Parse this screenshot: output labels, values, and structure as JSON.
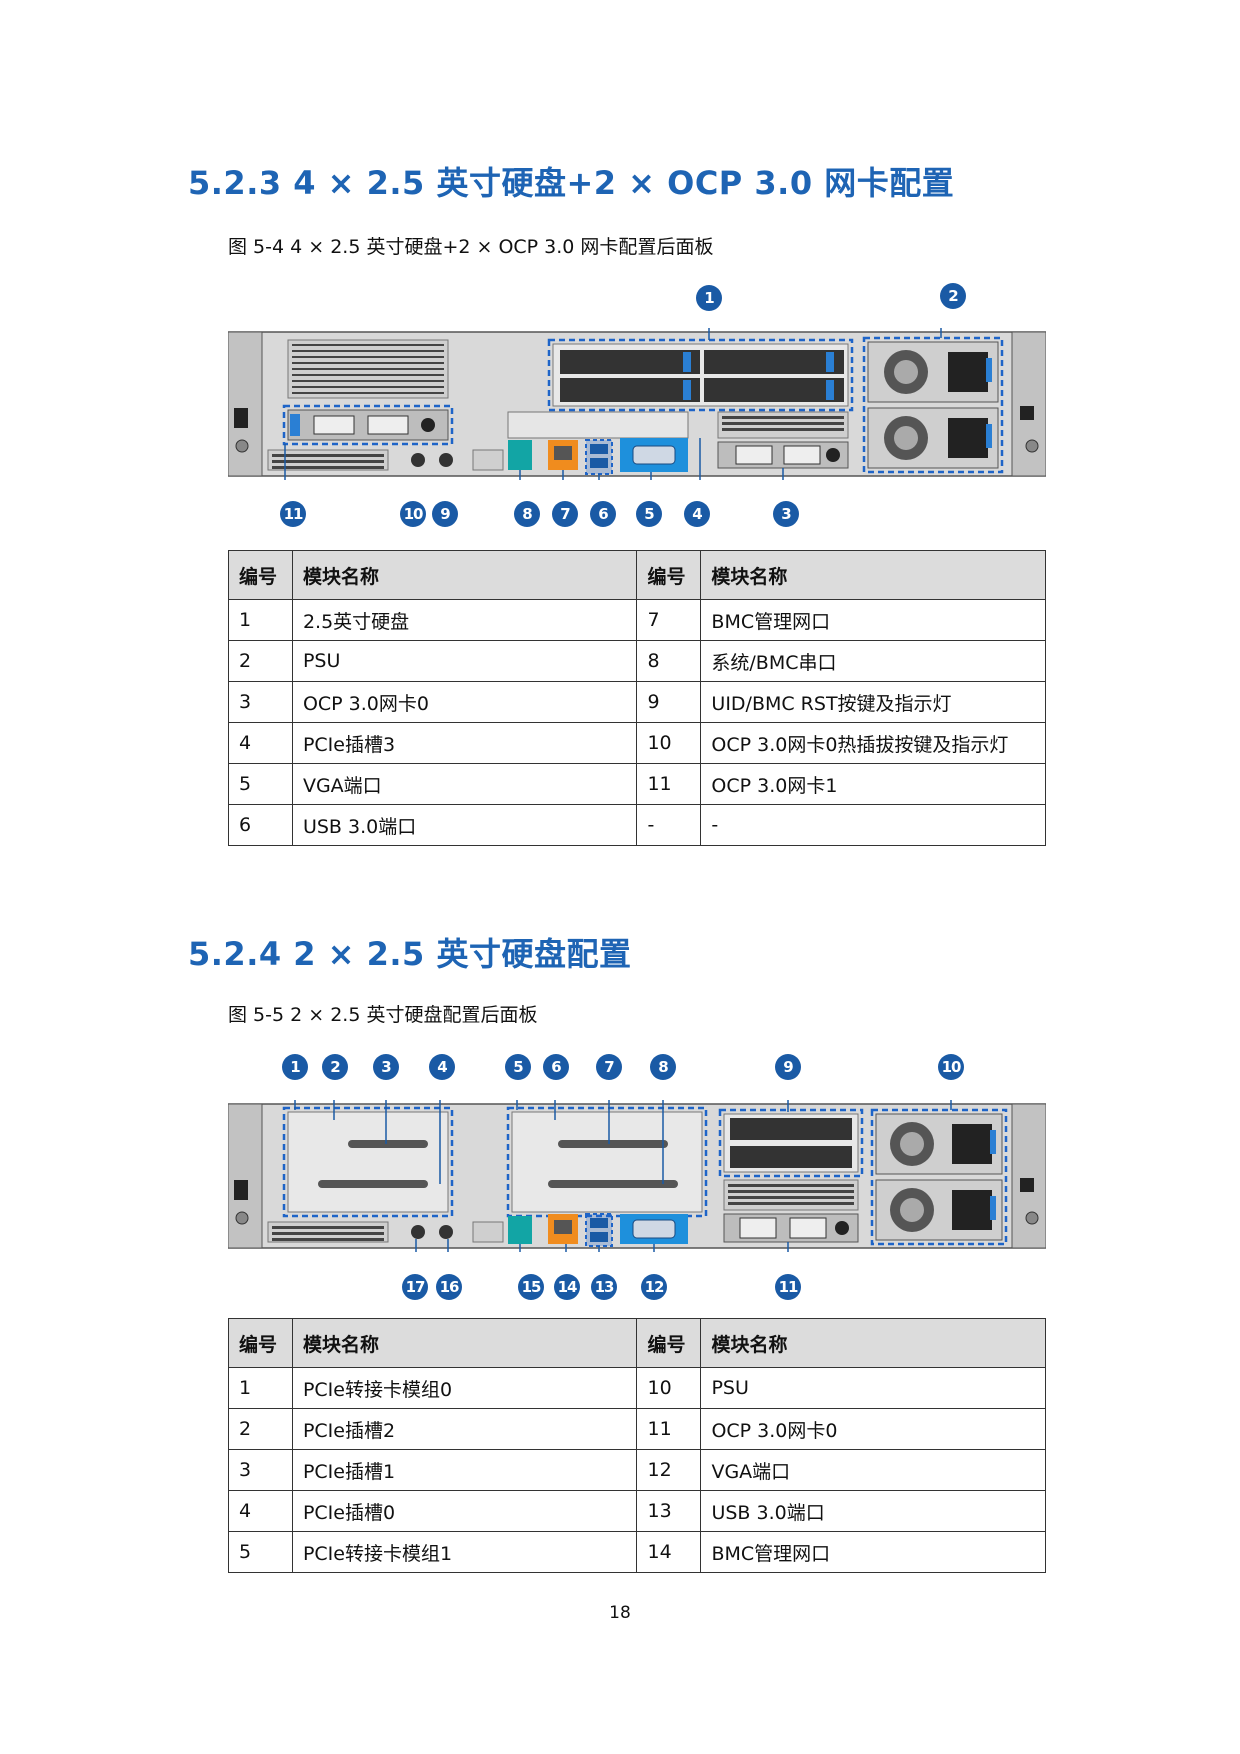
{
  "section1": {
    "title": "5.2.3  4 × 2.5 英寸硬盘+2 × OCP 3.0 网卡配置",
    "caption": "图 5-4 4 × 2.5 英寸硬盘+2 × OCP 3.0 网卡配置后面板",
    "callouts": [
      "1",
      "2",
      "3",
      "4",
      "5",
      "6",
      "7",
      "8",
      "9",
      "10",
      "11"
    ],
    "table": {
      "headers": [
        "编号",
        "模块名称",
        "编号",
        "模块名称"
      ],
      "rows": [
        [
          "1",
          "2.5英寸硬盘",
          "7",
          "BMC管理网口"
        ],
        [
          "2",
          "PSU",
          "8",
          "系统/BMC串口"
        ],
        [
          "3",
          "OCP 3.0网卡0",
          "9",
          "UID/BMC RST按键及指示灯"
        ],
        [
          "4",
          "PCIe插槽3",
          "10",
          "OCP 3.0网卡0热插拔按键及指示灯"
        ],
        [
          "5",
          "VGA端口",
          "11",
          "OCP 3.0网卡1"
        ],
        [
          "6",
          "USB 3.0端口",
          "-",
          "-"
        ]
      ]
    }
  },
  "section2": {
    "title": "5.2.4  2 × 2.5 英寸硬盘配置",
    "caption": "图 5-5 2 × 2.5 英寸硬盘配置后面板",
    "callouts": [
      "1",
      "2",
      "3",
      "4",
      "5",
      "6",
      "7",
      "8",
      "9",
      "10",
      "11",
      "12",
      "13",
      "14",
      "15",
      "16",
      "17"
    ],
    "table": {
      "headers": [
        "编号",
        "模块名称",
        "编号",
        "模块名称"
      ],
      "rows": [
        [
          "1",
          "PCIe转接卡模组0",
          "10",
          "PSU"
        ],
        [
          "2",
          "PCIe插槽2",
          "11",
          "OCP 3.0网卡0"
        ],
        [
          "3",
          "PCIe插槽1",
          "12",
          "VGA端口"
        ],
        [
          "4",
          "PCIe插槽0",
          "13",
          "USB 3.0端口"
        ],
        [
          "5",
          "PCIe转接卡模组1",
          "14",
          "BMC管理网口"
        ]
      ]
    }
  },
  "page_number": "18",
  "colors": {
    "heading": "#1e64b4",
    "callout": "#1a5aa5",
    "highlight_dash": "#1e64c8"
  }
}
